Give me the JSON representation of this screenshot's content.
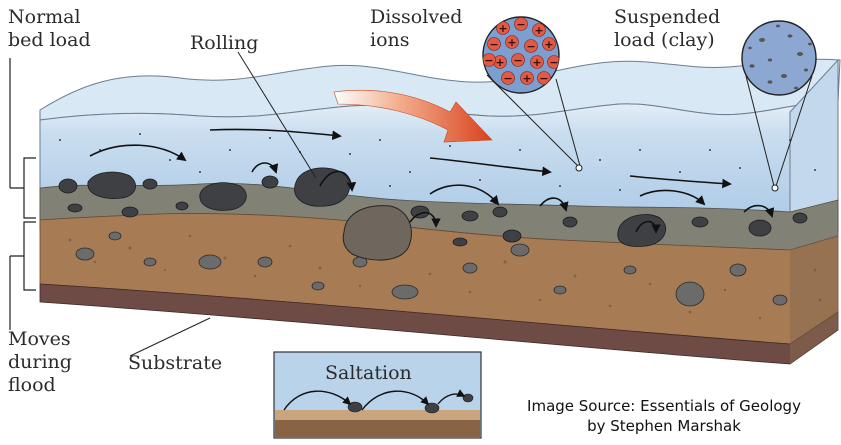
{
  "labels": {
    "normal_bed_load": "Normal\nbed load",
    "rolling": "Rolling",
    "dissolved_ions": "Dissolved\nions",
    "suspended_load": "Suspended\nload (clay)",
    "moves_during_flood": "Moves\nduring\nflood",
    "substrate": "Substrate",
    "saltation": "Saltation"
  },
  "source": {
    "line1": "Image Source:  Essentials of Geology",
    "line2": "by Stephen Marshak"
  },
  "ion_signs": {
    "plus": "+",
    "minus": "−"
  },
  "colors": {
    "water": "#b9d3ea",
    "water_light": "#dfeaf5",
    "bedload": "#7c7c72",
    "sediment": "#a77c55",
    "substrate": "#6e4b45",
    "rock": "#4a4b4f",
    "arrow_orange": "#e0542a",
    "ion_bg": "#7d9fd0",
    "ion_dot": "#e15a45"
  }
}
